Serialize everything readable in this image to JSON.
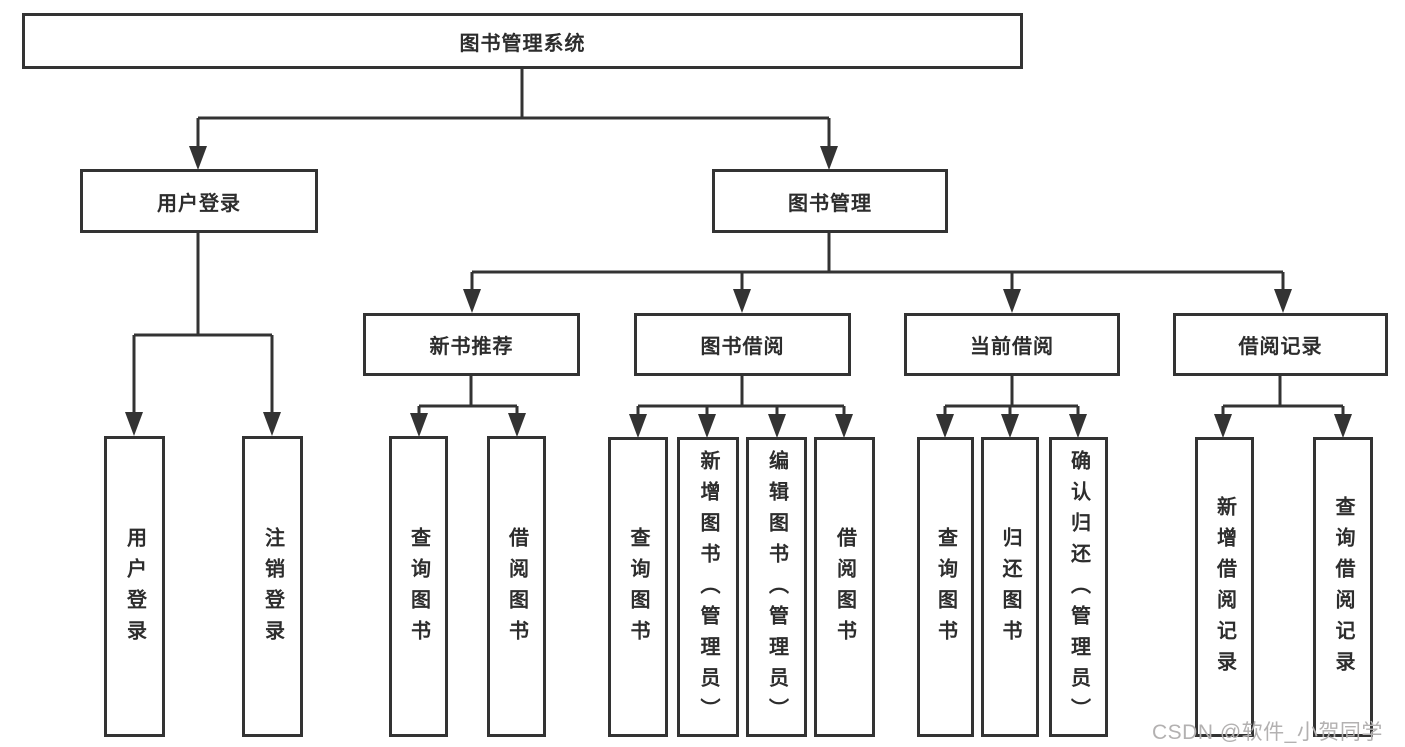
{
  "diagram": {
    "root": {
      "label": "图书管理系统"
    },
    "user_login": {
      "label": "用户登录",
      "children": [
        {
          "label": "用户登录"
        },
        {
          "label": "注销登录"
        }
      ]
    },
    "book_management": {
      "label": "图书管理",
      "children": [
        {
          "label": "新书推荐",
          "children": [
            {
              "label": "查询图书"
            },
            {
              "label": "借阅图书"
            }
          ]
        },
        {
          "label": "图书借阅",
          "children": [
            {
              "label": "查询图书"
            },
            {
              "label": "新增图书（管理员）"
            },
            {
              "label": "编辑图书（管理员）"
            },
            {
              "label": "借阅图书"
            }
          ]
        },
        {
          "label": "当前借阅",
          "children": [
            {
              "label": "查询图书"
            },
            {
              "label": "归还图书"
            },
            {
              "label": "确认归还（管理员）"
            }
          ]
        },
        {
          "label": "借阅记录",
          "children": [
            {
              "label": "新增借阅记录"
            },
            {
              "label": "查询借阅记录"
            }
          ]
        }
      ]
    }
  },
  "watermark": {
    "text": "CSDN @软件_小贺同学"
  },
  "colors": {
    "line": "#333333",
    "text": "#2d2d2d",
    "background": "#ffffff",
    "watermark": "#b3b1b1"
  }
}
